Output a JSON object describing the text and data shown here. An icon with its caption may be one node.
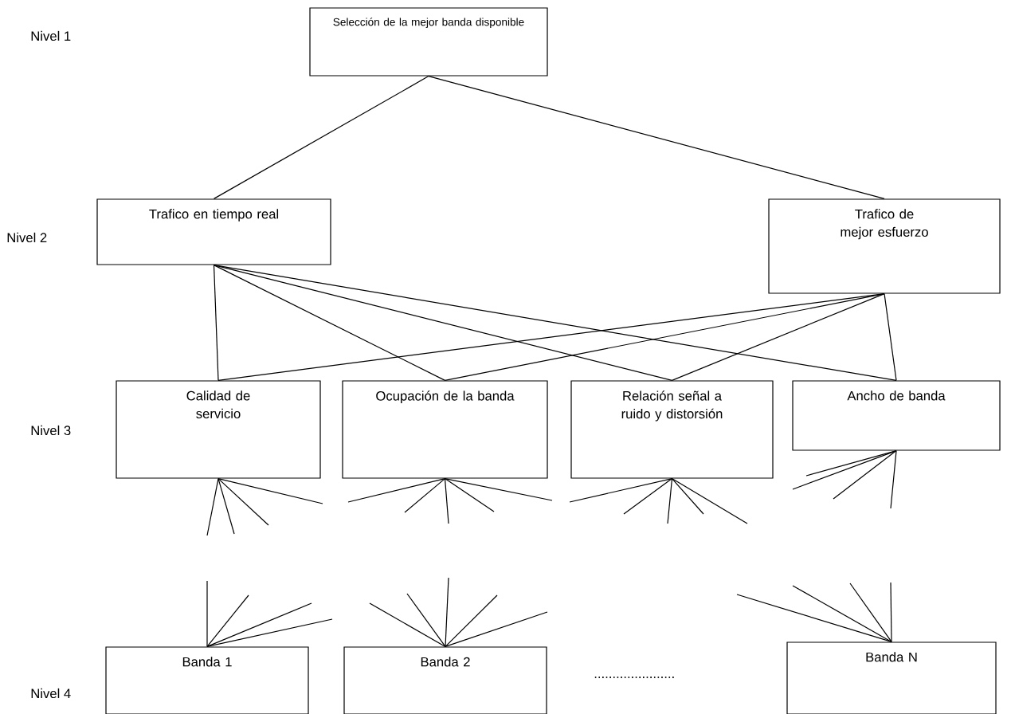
{
  "diagram": {
    "nodes": [
      {
        "text": [
          "Selección de la mejor banda disponible"
        ]
      },
      {
        "text": [
          "Trafico en tiempo real"
        ]
      },
      {
        "text": [
          "Trafico de mejor esfuerzo"
        ]
      },
      {
        "text": [
          "Calidad de servicio"
        ]
      },
      {
        "text": [
          "Ocupación de la banda"
        ]
      },
      {
        "text": [
          "Relación señal a ruido y distorsión"
        ]
      },
      {
        "text": [
          "Ancho de banda"
        ]
      },
      {
        "text": [
          "Banda 1"
        ]
      },
      {
        "text": [
          "Banda 2"
        ]
      },
      {
        "text": [
          "Banda N"
        ]
      }
    ],
    "edges": [
      {
        "from": 0,
        "to": 1,
        "arrow": "none"
      },
      {
        "from": 0,
        "to": 2,
        "arrow": "none"
      },
      {
        "from": 1,
        "to": 3,
        "arrow": "none"
      },
      {
        "from": 1,
        "to": 4,
        "arrow": "none"
      },
      {
        "from": 1,
        "to": 5,
        "arrow": "none"
      },
      {
        "from": 1,
        "to": 6,
        "arrow": "none"
      },
      {
        "from": 2,
        "to": 3,
        "arrow": "none"
      },
      {
        "from": 2,
        "to": 4,
        "arrow": "none"
      },
      {
        "from": 2,
        "to": 5,
        "arrow": "none"
      },
      {
        "from": 2,
        "to": 6,
        "arrow": "none"
      },
      {
        "from": 3,
        "to": null,
        "arrow": "none"
      },
      {
        "from": 3,
        "to": null,
        "arrow": "none"
      },
      {
        "from": 3,
        "to": null,
        "arrow": "none"
      },
      {
        "from": 3,
        "to": null,
        "arrow": "none"
      },
      {
        "from": 4,
        "to": null,
        "arrow": "none"
      },
      {
        "from": 4,
        "to": null,
        "arrow": "none"
      },
      {
        "from": 4,
        "to": null,
        "arrow": "none"
      },
      {
        "from": 4,
        "to": null,
        "arrow": "none"
      },
      {
        "from": 4,
        "to": null,
        "arrow": "none"
      },
      {
        "from": 5,
        "to": null,
        "arrow": "none"
      },
      {
        "from": 5,
        "to": null,
        "arrow": "none"
      },
      {
        "from": 5,
        "to": null,
        "arrow": "none"
      },
      {
        "from": 5,
        "to": null,
        "arrow": "none"
      },
      {
        "from": 5,
        "to": null,
        "arrow": "none"
      },
      {
        "from": 6,
        "to": null,
        "arrow": "none"
      },
      {
        "from": 6,
        "to": null,
        "arrow": "none"
      },
      {
        "from": 6,
        "to": null,
        "arrow": "none"
      },
      {
        "from": 6,
        "to": null,
        "arrow": "none"
      },
      {
        "from": null,
        "to": 7,
        "arrow": "none"
      },
      {
        "from": null,
        "to": 7,
        "arrow": "none"
      },
      {
        "from": null,
        "to": 7,
        "arrow": "none"
      },
      {
        "from": null,
        "to": 7,
        "arrow": "none"
      },
      {
        "from": null,
        "to": 8,
        "arrow": "none"
      },
      {
        "from": null,
        "to": 8,
        "arrow": "none"
      },
      {
        "from": null,
        "to": 8,
        "arrow": "none"
      },
      {
        "from": null,
        "to": 8,
        "arrow": "none"
      },
      {
        "from": null,
        "to": 8,
        "arrow": "none"
      },
      {
        "from": null,
        "to": 9,
        "arrow": "none"
      },
      {
        "from": null,
        "to": 9,
        "arrow": "none"
      },
      {
        "from": null,
        "to": 9,
        "arrow": "none"
      },
      {
        "from": null,
        "to": 9,
        "arrow": "none"
      }
    ],
    "labels": [
      "Nivel 1",
      "Nivel 2",
      "Nivel 3",
      "Nivel 4",
      "......................"
    ]
  }
}
